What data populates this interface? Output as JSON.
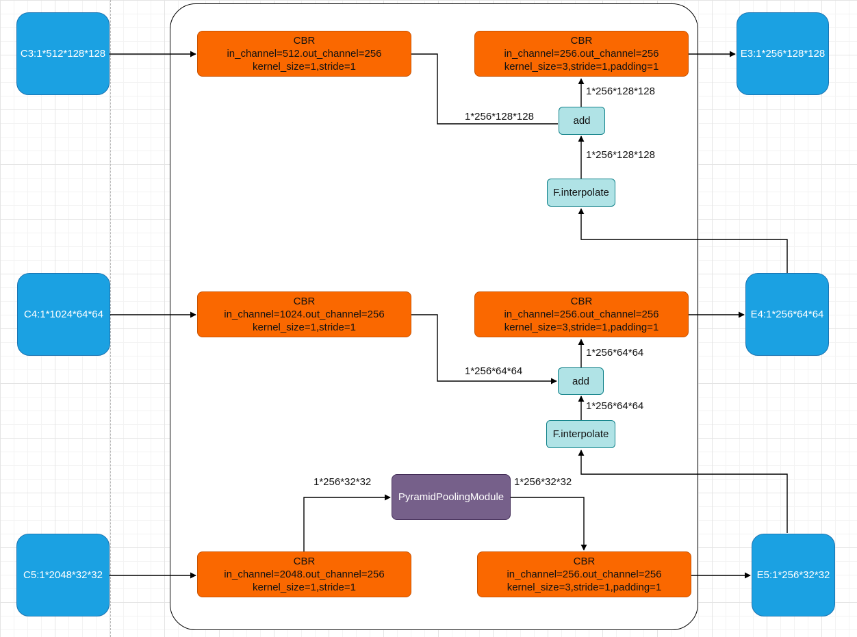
{
  "inputs": {
    "c3": "C3:1*512*128*128",
    "c4": "C4:1*1024*64*64",
    "c5": "C5:1*2048*32*32"
  },
  "outputs": {
    "e3": "E3:1*256*128*128",
    "e4": "E4:1*256*64*64",
    "e5": "E5:1*256*32*32"
  },
  "cbr_blocks": {
    "lat_c3": {
      "title": "CBR",
      "line1": "in_channel=512.out_channel=256",
      "line2": "kernel_size=1,stride=1"
    },
    "lat_c4": {
      "title": "CBR",
      "line1": "in_channel=1024.out_channel=256",
      "line2": "kernel_size=1,stride=1"
    },
    "lat_c5": {
      "title": "CBR",
      "line1": "in_channel=2048.out_channel=256",
      "line2": "kernel_size=1,stride=1"
    },
    "out_e3": {
      "title": "CBR",
      "line1": "in_channel=256.out_channel=256",
      "line2": "kernel_size=3,stride=1,padding=1"
    },
    "out_e4": {
      "title": "CBR",
      "line1": "in_channel=256.out_channel=256",
      "line2": "kernel_size=3,stride=1,padding=1"
    },
    "out_e5": {
      "title": "CBR",
      "line1": "in_channel=256.out_channel=256",
      "line2": "kernel_size=3,stride=1,padding=1"
    }
  },
  "ops": {
    "add": "add",
    "interpolate": "F.interpolate",
    "ppm": "PyramidPoolingModule"
  },
  "edge_labels": {
    "top_add_out": "1*256*128*128",
    "top_lateral": "1*256*128*128",
    "top_interp_out": "1*256*128*128",
    "mid_add_out": "1*256*64*64",
    "mid_lateral": "1*256*64*64",
    "mid_interp_out": "1*256*64*64",
    "ppm_in": "1*256*32*32",
    "ppm_out": "1*256*32*32"
  },
  "colors": {
    "io_fill": "#1ba1e2",
    "cbr_fill": "#fa6800",
    "op_fill": "#b0e3e6",
    "ppm_fill": "#76608a"
  }
}
